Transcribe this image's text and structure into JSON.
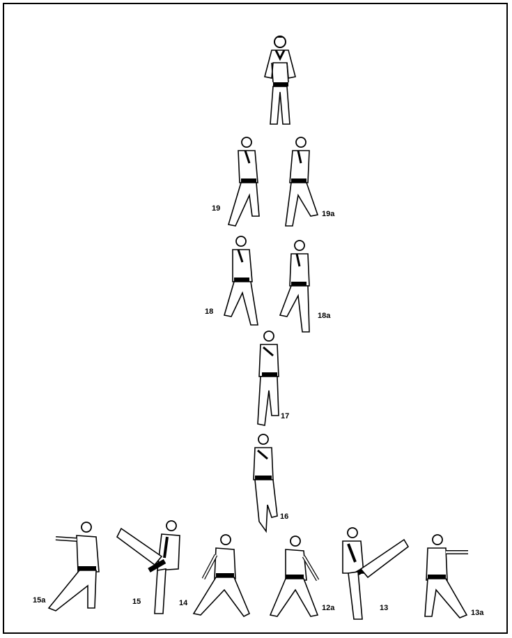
{
  "figures": [
    {
      "id": "ready",
      "label": "",
      "pose": "ready",
      "facing": "front"
    },
    {
      "id": "19",
      "label": "19",
      "pose": "stance",
      "facing": "left"
    },
    {
      "id": "19a",
      "label": "19a",
      "pose": "stance",
      "facing": "right"
    },
    {
      "id": "18",
      "label": "18",
      "pose": "stance",
      "facing": "left"
    },
    {
      "id": "18a",
      "label": "18a",
      "pose": "stance",
      "facing": "right"
    },
    {
      "id": "17",
      "label": "17",
      "pose": "guard",
      "facing": "front"
    },
    {
      "id": "16",
      "label": "16",
      "pose": "guard",
      "facing": "front"
    },
    {
      "id": "15a",
      "label": "15a",
      "pose": "punch",
      "facing": "left"
    },
    {
      "id": "15",
      "label": "15",
      "pose": "kick",
      "facing": "left"
    },
    {
      "id": "14",
      "label": "14",
      "pose": "punch",
      "facing": "left"
    },
    {
      "id": "12a",
      "label": "12a",
      "pose": "punch",
      "facing": "right"
    },
    {
      "id": "13",
      "label": "13",
      "pose": "kick",
      "facing": "right"
    },
    {
      "id": "13a",
      "label": "13a",
      "pose": "punch",
      "facing": "right"
    }
  ]
}
